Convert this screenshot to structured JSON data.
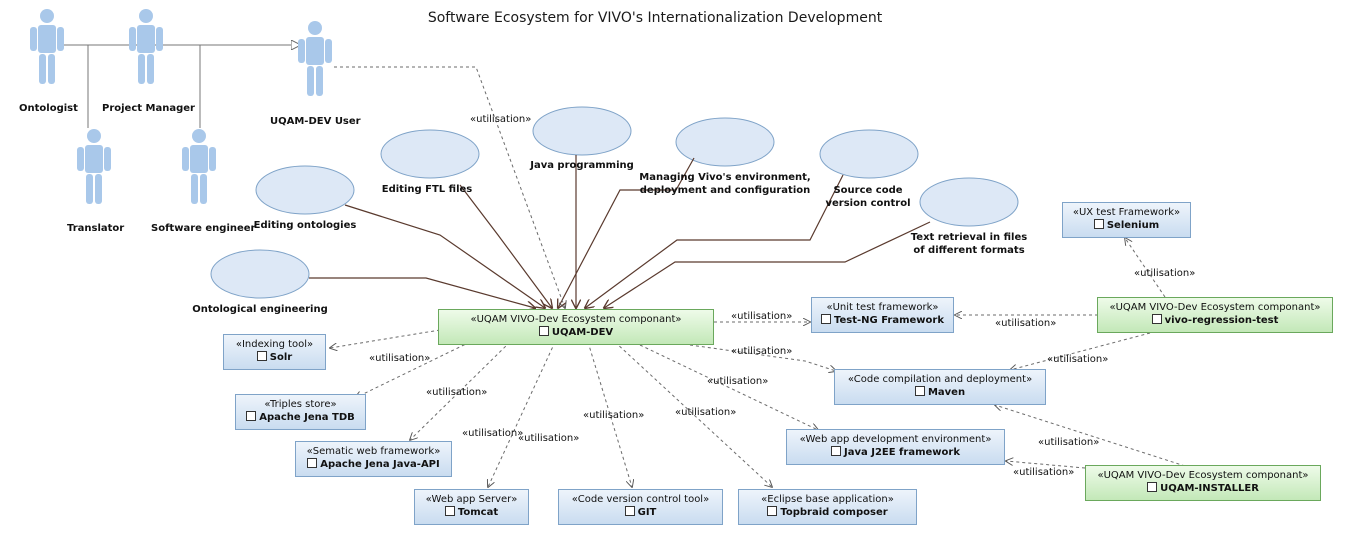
{
  "title": "Software Ecosystem  for VIVO's Internationalization Development",
  "actors": [
    {
      "id": "ontologist",
      "label": "Ontologist"
    },
    {
      "id": "project-manager",
      "label": "Project Manager"
    },
    {
      "id": "translator",
      "label": "Translator"
    },
    {
      "id": "software-engineer",
      "label": "Software engineer"
    },
    {
      "id": "uqam-dev-user",
      "label": "UQAM-DEV User"
    }
  ],
  "use_cases": [
    {
      "id": "java-programming",
      "label": "Java programming"
    },
    {
      "id": "managing-vivo",
      "label": "Managing Vivo's environment, deployment and configuration"
    },
    {
      "id": "editing-ftl",
      "label": "Editing FTL files"
    },
    {
      "id": "source-code-vc",
      "label": "Source code version control"
    },
    {
      "id": "editing-ontologies",
      "label": "Editing ontologies"
    },
    {
      "id": "text-retrieval",
      "label": "Text retrieval in files of different formats"
    },
    {
      "id": "ontological-engineering",
      "label": "Ontological engineering"
    }
  ],
  "components": [
    {
      "id": "uqam-dev",
      "stereotype": "«UQAM VIVO-Dev Ecosystem componant»",
      "name": "UQAM-DEV"
    },
    {
      "id": "vivo-regression-test",
      "stereotype": "«UQAM VIVO-Dev Ecosystem componant»",
      "name": "vivo-regression-test"
    },
    {
      "id": "uqam-installer",
      "stereotype": "«UQAM VIVO-Dev Ecosystem componant»",
      "name": "UQAM-INSTALLER"
    },
    {
      "id": "selenium",
      "stereotype": "«UX test Framework»",
      "name": "Selenium"
    },
    {
      "id": "test-ng",
      "stereotype": "«Unit test framework»",
      "name": "Test-NG Framework"
    },
    {
      "id": "solr",
      "stereotype": "«Indexing tool»",
      "name": "Solr"
    },
    {
      "id": "maven",
      "stereotype": "«Code compilation and deployment»",
      "name": "Maven"
    },
    {
      "id": "jena-tdb",
      "stereotype": "«Triples store»",
      "name": "Apache Jena TDB"
    },
    {
      "id": "java-j2ee",
      "stereotype": "«Web app development environment»",
      "name": "Java J2EE framework"
    },
    {
      "id": "jena-api",
      "stereotype": "«Sematic web framework»",
      "name": "Apache Jena Java-API"
    },
    {
      "id": "tomcat",
      "stereotype": "«Web app Server»",
      "name": "Tomcat"
    },
    {
      "id": "git",
      "stereotype": "«Code version control tool»",
      "name": "GIT"
    },
    {
      "id": "topbraid",
      "stereotype": "«Eclipse base application»",
      "name": "Topbraid composer"
    }
  ],
  "edge_labels": {
    "user_to_dev": "«utilisation»",
    "dev_to_testng": "«utilisation»",
    "reg_to_testng": "«utilisation»",
    "reg_to_selenium": "«utilisation»",
    "dev_to_solr": "«utilisation»",
    "dev_to_maven": "«utilisation»",
    "reg_to_maven": "«utilisation»",
    "dev_to_tdb": "«utilisation»",
    "dev_to_j2ee": "«utilisation»",
    "inst_to_maven": "«utilisation»",
    "dev_to_jenaapi": "«utilisation»",
    "dev_to_tomcat": "«utilisation»",
    "dev_to_git": "«utilisation»",
    "dev_to_topbraid": "«utilisation»",
    "inst_to_j2ee": "«utilisation»"
  },
  "colors": {
    "actor": "#a9c8ea",
    "use_case_fill": "#dde8f6",
    "use_case_stroke": "#7fa3c8",
    "component_blue": "#c9dcf0",
    "component_green": "#c3e8b8",
    "association": "#5a3a2e",
    "dependency": "#6b6b6b"
  }
}
